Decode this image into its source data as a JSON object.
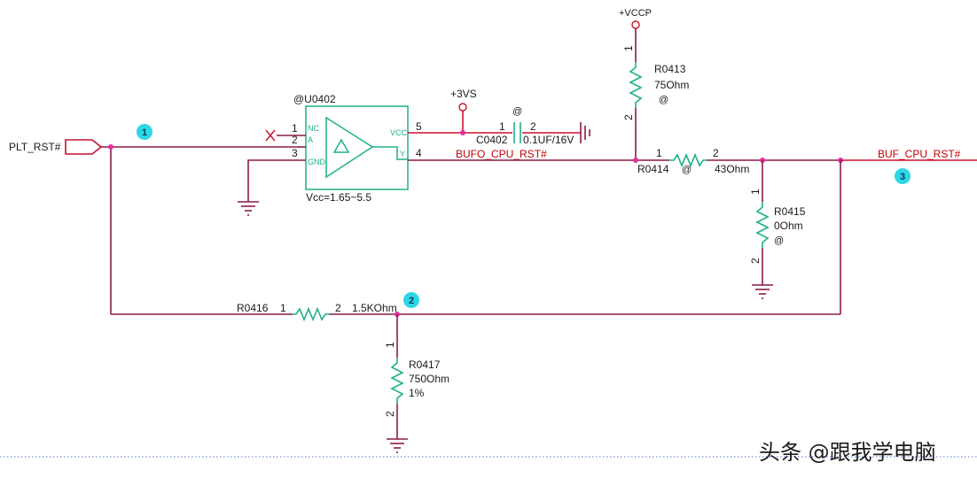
{
  "nets": {
    "input": "PLT_RST#",
    "buffer_out": "BUFO_CPU_RST#",
    "output": "BUF_CPU_RST#",
    "vccp": "+VCCP",
    "v3vs": "+3VS"
  },
  "markers": [
    "1",
    "2",
    "3"
  ],
  "u0402": {
    "ref": "@U0402",
    "note": "Vcc=1.65~5.5",
    "pin_names": {
      "nc": "NC",
      "a": "A",
      "gnd": "GND",
      "vcc": "VCC",
      "y": "Y"
    },
    "pin_numbers": {
      "p1": "1",
      "p2": "2",
      "p3": "3",
      "p4": "4",
      "p5": "5"
    }
  },
  "c0402": {
    "ref": "C0402",
    "value": "0.1UF/16V",
    "at": "@",
    "pin1": "1",
    "pin2": "2"
  },
  "r0413": {
    "ref": "R0413",
    "value": "75Ohm",
    "at": "@",
    "pin1": "1",
    "pin2": "2"
  },
  "r0414": {
    "ref": "R0414",
    "value": "43Ohm",
    "at": "@",
    "pin1": "1",
    "pin2": "2"
  },
  "r0415": {
    "ref": "R0415",
    "value": "0Ohm",
    "at": "@",
    "pin1": "1",
    "pin2": "2"
  },
  "r0416": {
    "ref": "R0416",
    "value": "1.5KOhm",
    "pin1": "1",
    "pin2": "2"
  },
  "r0417": {
    "ref": "R0417",
    "value": "750Ohm",
    "tolerance": "1%",
    "pin1": "1",
    "pin2": "2"
  },
  "watermark": "头条 @跟我学电脑"
}
